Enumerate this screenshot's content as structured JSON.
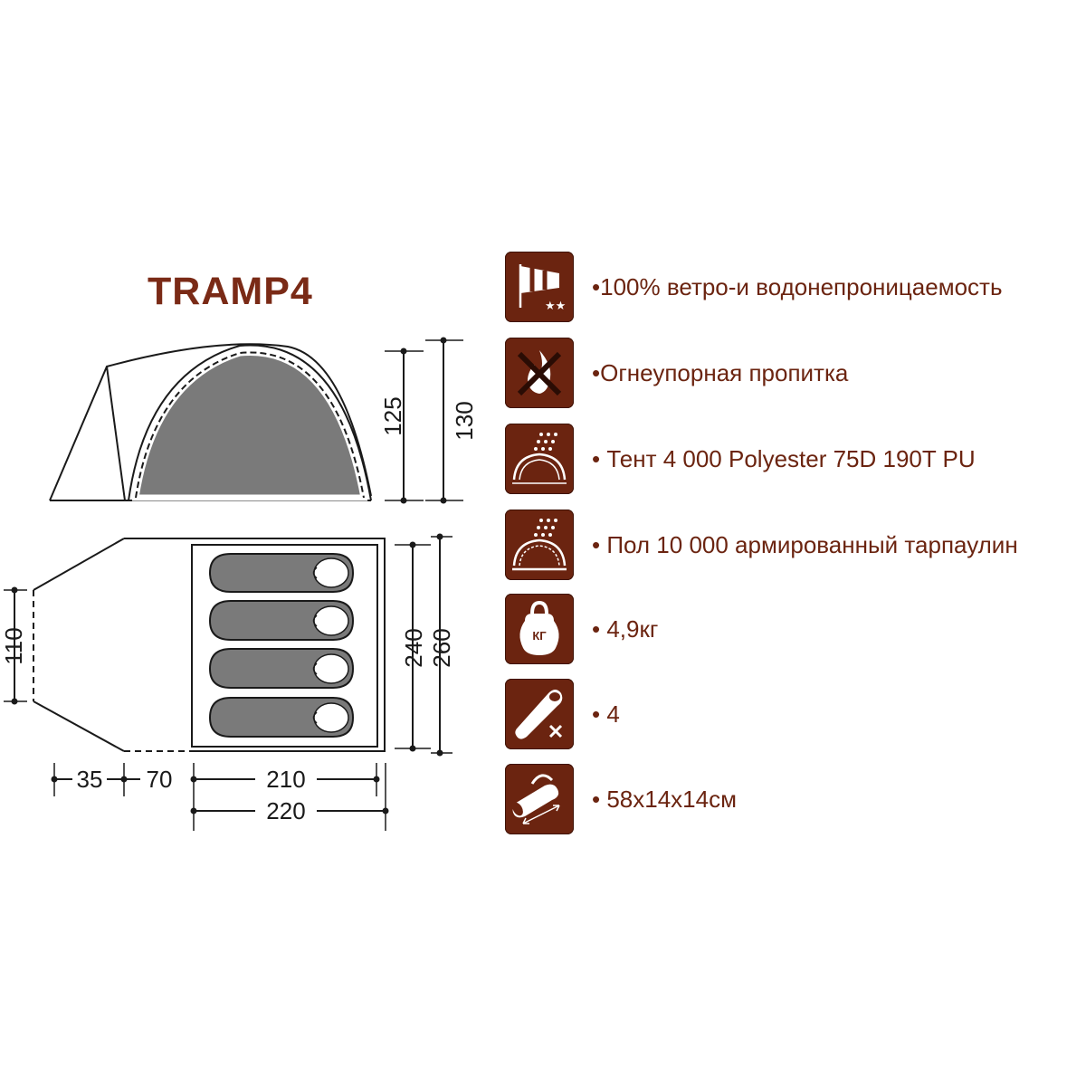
{
  "title": "TRAMP4",
  "dimensions": {
    "height_inner": "125",
    "height_outer": "130",
    "vestibule_width": "110",
    "inner_length": "240",
    "outer_length": "260",
    "vestibule_depth_a": "35",
    "vestibule_depth_b": "70",
    "inner_width": "210",
    "outer_width": "220"
  },
  "features": [
    {
      "icon": "windsock-icon",
      "text": "•100% ветро-и водонепроницаемость"
    },
    {
      "icon": "no-fire-icon",
      "text": "•Огнеупорная пропитка"
    },
    {
      "icon": "rain-fly-icon",
      "text": "• Тент 4 000 Polyester 75D 190T PU"
    },
    {
      "icon": "rain-floor-icon",
      "text": "• Пол 10 000 армированный тарпаулин"
    },
    {
      "icon": "weight-icon",
      "text": "• 4,9кг",
      "badge": "КГ"
    },
    {
      "icon": "sleeping-bag-icon",
      "text": "• 4"
    },
    {
      "icon": "packed-bag-icon",
      "text": "• 58x14x14см"
    }
  ],
  "colors": {
    "brand": "#6b2410",
    "title": "#7a2a16",
    "tent_fill": "#7a7a7a",
    "outline": "#1a1a1a"
  }
}
